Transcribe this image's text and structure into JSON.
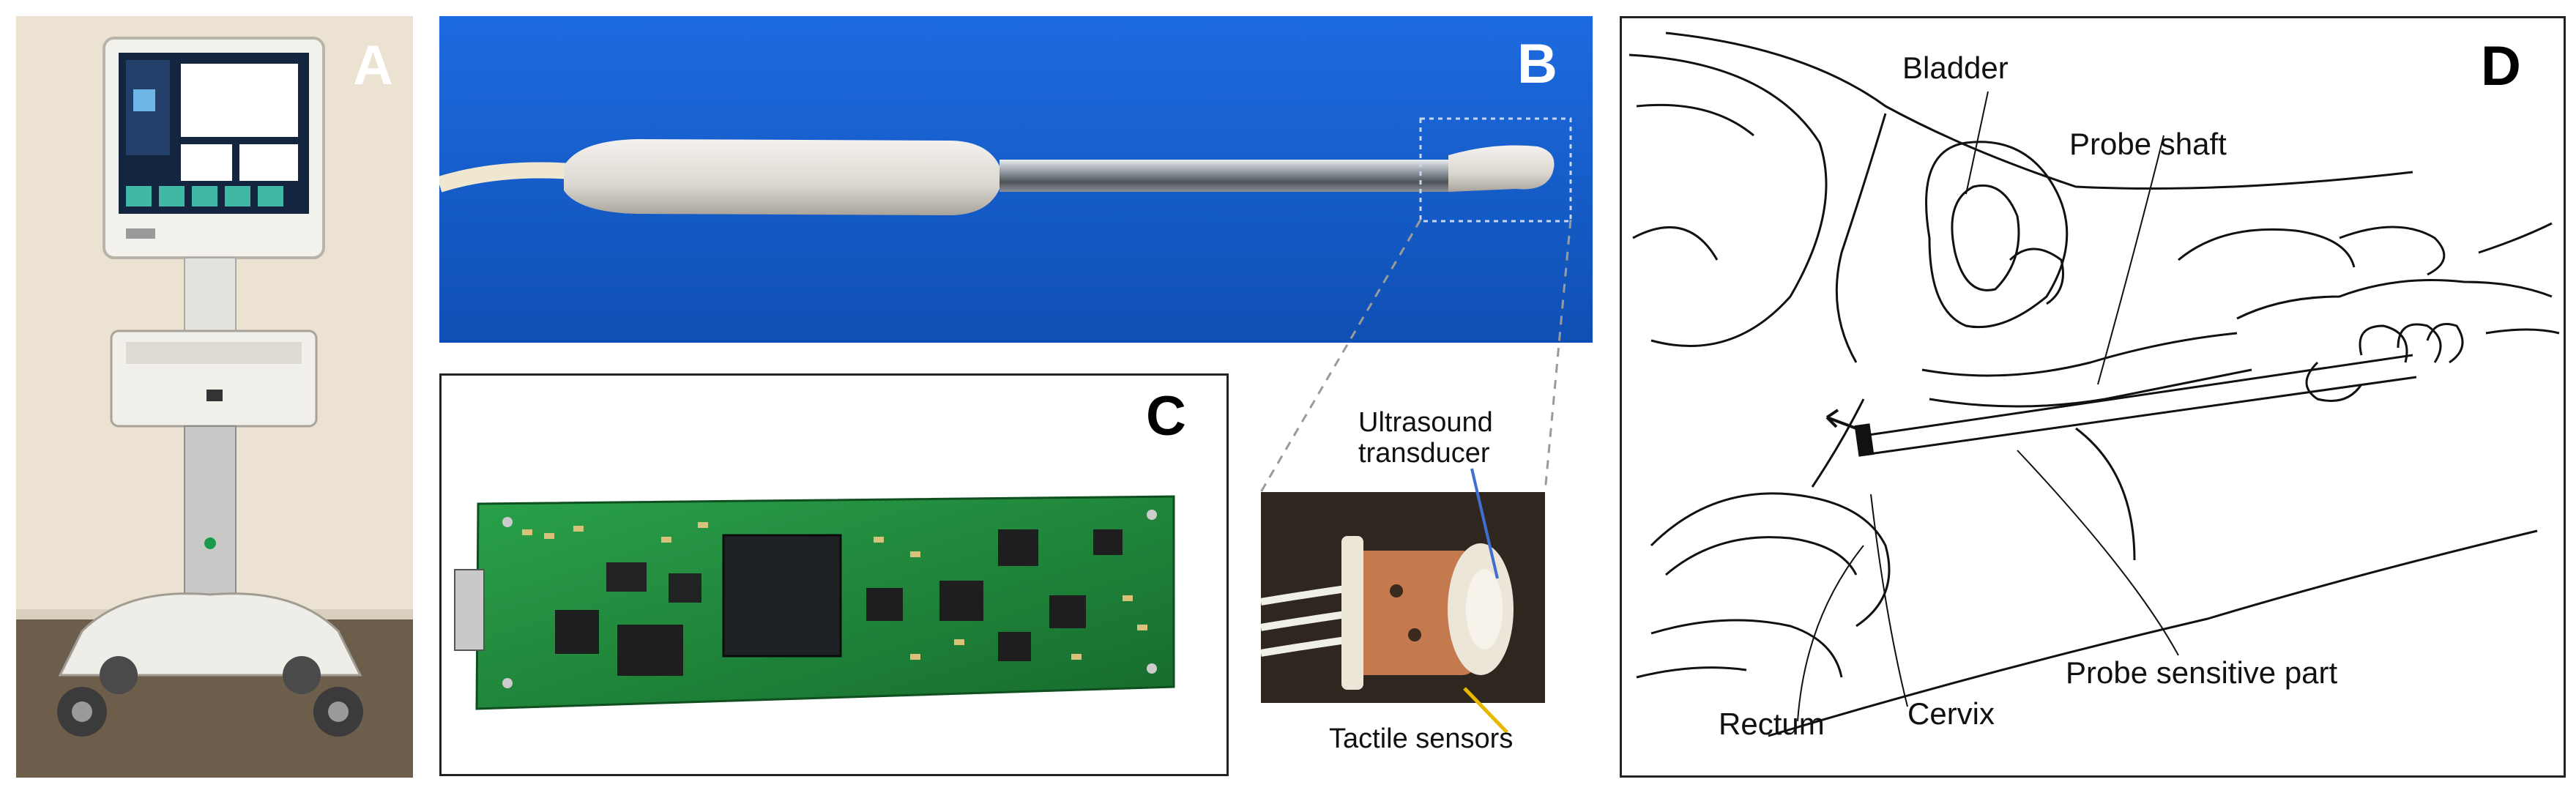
{
  "panels": {
    "a": {
      "label": "A"
    },
    "b": {
      "label": "B"
    },
    "c": {
      "label": "C"
    },
    "d": {
      "label": "D"
    }
  },
  "annotations": {
    "ultrasound_transducer_line1": "Ultrasound",
    "ultrasound_transducer_line2": "transducer",
    "tactile_sensors": "Tactile sensors",
    "bladder": "Bladder",
    "probe_shaft": "Probe shaft",
    "rectum": "Rectum",
    "cervix": "Cervix",
    "probe_sensitive_part": "Probe sensitive part"
  },
  "colors": {
    "probe_background": "#1560d0",
    "pcb_green": "#1f8a3a",
    "wall": "#e8dccb",
    "carpet": "#6a5a48",
    "leader_yellow": "#e6b800",
    "leader_blue": "#3f6fd0"
  }
}
